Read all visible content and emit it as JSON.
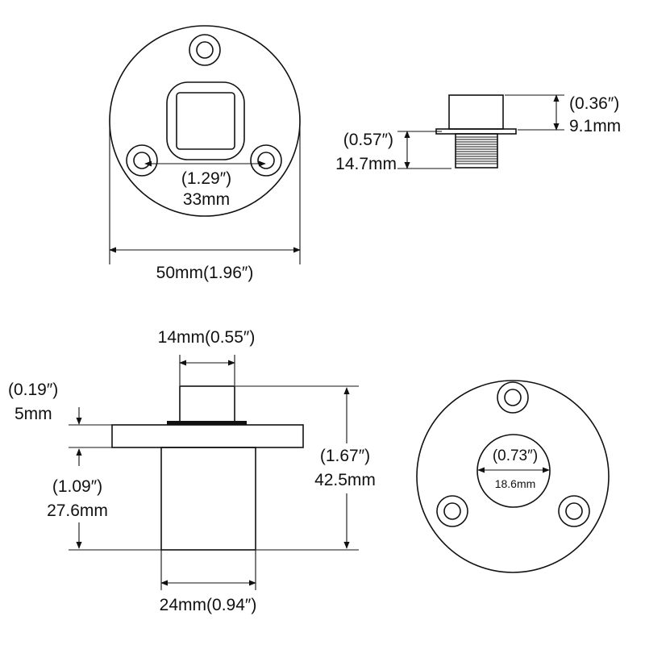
{
  "colors": {
    "line": "#111111",
    "background": "#ffffff"
  },
  "views": {
    "top_flange": {
      "hole_spacing_in": "(1.29″)",
      "hole_spacing_mm": "33mm",
      "flange_diameter": "50mm(1.96″)"
    },
    "side_small": {
      "head_height_in": "(0.36″)",
      "head_height_mm": "9.1mm",
      "thread_length_in": "(0.57″)",
      "thread_length_mm": "14.7mm"
    },
    "side_section": {
      "head_width": "14mm(0.55″)",
      "flange_thickness_in": "(0.19″)",
      "flange_thickness_mm": "5mm",
      "body_length_in": "(1.09″)",
      "body_length_mm": "27.6mm",
      "total_height_in": "(1.67″)",
      "total_height_mm": "42.5mm",
      "body_width": "24mm(0.94″)"
    },
    "bottom_flange": {
      "bore_diameter_in": "(0.73″)",
      "bore_diameter_mm": "18.6mm"
    }
  }
}
